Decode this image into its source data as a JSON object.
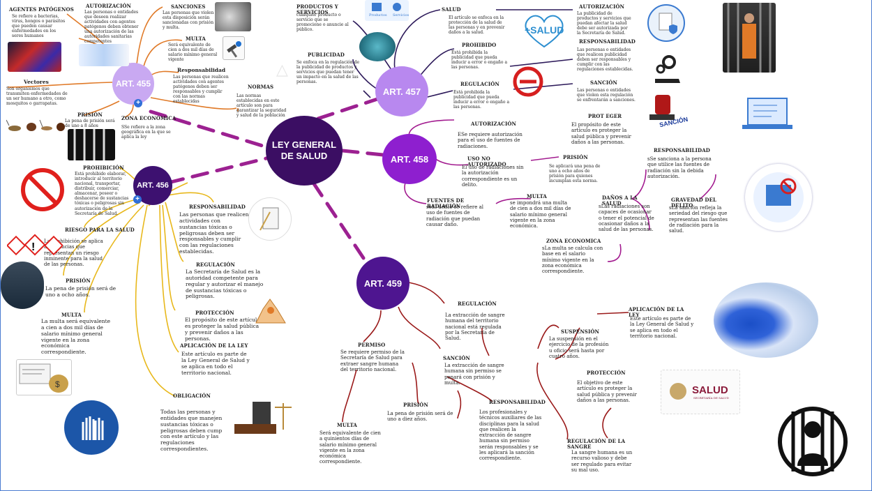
{
  "center": {
    "label": "LEY GENERAL DE SALUD"
  },
  "nodes": {
    "art455": "ART. 455",
    "art456": "ART. 456",
    "art457": "ART. 457",
    "art458": "ART. 458",
    "art459": "ART. 459"
  },
  "plus_symbol": "+",
  "art455": {
    "agentes_h": "AGENTES PATÓGENOS",
    "agentes_t": "Se refiere a bacterias, virus, hongos o parásitos que pueden causar enfermedades en los seres humanos",
    "autorizacion_h": "AUTORIZACIÓN",
    "autorizacion_t": "Las personas o entidades que deseen realizar actividades con agentes patógenos deben obtener una autorización de las autoridades sanitarias competentes",
    "sanciones_h": "SANCIONES",
    "sanciones_t": "Las personas que violen esta disposición serán sancionadas con prisión y multa.",
    "multa_h": "MULTA",
    "multa_t": "Será equivalente de cien a dos mil días de salario mínimo general vigente",
    "resp_h": "Responsabilidad",
    "resp_t": "Las personas que realicen actividades con agentes patógenos deben ser responsables y cumplir con las normas establecidas",
    "normas_h": "NORMAS",
    "normas_t": "Las normas establecidas en este artículo son para garantizar la seguridad y salud de la población",
    "vectores_h": "Vectores",
    "vectores_t": "Son organismos que transmiten enfermedades de un ser humano a otro, como mosquitos o garrapatas.",
    "prision_h": "PRISIÓN",
    "prision_t": "La pena de prisión será de uno a 8 años",
    "zona_h": "ZONA ECONOMICA",
    "zona_t": "SSe refiere a la zona geográfica en la que se aplica la ley"
  },
  "art456": {
    "prohibicion_h": "PROHIBICIÓN",
    "prohibicion_t": "Está prohibido elaborar, introducir al territorio nacional, transportar, distribuir, comerciar, almacenar, poseer o deshacerse de sustancias tóxicas o peligrosas sin autorización de la Secretaría de Salud.",
    "riesgo_h": "RIESGO PARA LA SALUD",
    "riesgo_t": "La prohibición se aplica a sustancias que representan un riesgo inminente para la salud de las personas.",
    "prision_h": "PRISIÓN",
    "prision_t": "La pena de prisión será de uno a ocho años.",
    "multa_h": "MULTA",
    "multa_t": "La multa será equivalente a cien a dos mil días de salario mínimo general vigente en la zona económica correspondiente.",
    "resp_h": "RESPONSABILIDAD",
    "resp_t": "Las personas que realicen actividades con sustancias tóxicas o peligrosas deben ser responsables y cumplir con las regulaciones establecidas.",
    "regulacion_h": "REGULACIÓN",
    "regulacion_t": "La Secretaría de Salud es la autoridad competente para regular y autorizar el manejo de sustancias tóxicas o peligrosas.",
    "proteccion_h": "PROTECCIÓN",
    "proteccion_t": "El propósito de este artículo es proteger la salud pública y prevenir daños a las personas.",
    "aplicacion_h": "APLICACIÓN DE LA LEY",
    "aplicacion_t": "Este artículo es parte de la Ley General de Salud y se aplica en todo el territorio nacional.",
    "obligacion_h": "OBLIGACIÓN",
    "obligacion_t": "Todas las personas y entidades que manejen sustancias tóxicas o peligrosas deben cump con este artículo y las regulaciones correspondientes."
  },
  "art457": {
    "productos_h": "PRODUCTOS Y SERVICIOS",
    "productos_t": "cualquier producto o servicio que se promocione o anuncie al público.",
    "productos_lbl1": "Productos",
    "productos_lbl2": "Servicios",
    "publicidad_h": "PUBLICIDAD",
    "publicidad_t": "Se enfoca en la regulación de la publicidad de productos y servicios que puedan tener un impacto en la salud de las personas.",
    "salud_h": "SALUD",
    "salud_t": "El artículo se enfoca en la protección de la salud de las personas y en prevenir daños a la salud.",
    "salud_logo": "+SALUD",
    "prohibido_h": "PROHIBIDO",
    "prohibido_t": "Está prohibida la publicidad que pueda inducir a error o engaño a las personas.",
    "regulacion_h": "REGULACIÓN",
    "regulacion_t": "Está prohibida la publicidad que pueda inducir a error o engaño a las personas.",
    "autorizacion_h": "AUTORIZACIÓN",
    "autorizacion_t": "La publicidad de productos y servicios que puedan afectar la salud debe ser autorizada por la Secretaría de Salud.",
    "resp_h": "RESPONSABILIDAD",
    "resp_t": "Las personas o entidades que realicen publicidad deben ser responsables y cumplir con las regulaciones establecidas.",
    "sancion_h": "SANCIÓN",
    "sancion_t": "Las personas o entidades que violen esta regulación se enfrentarán a sanciones.",
    "sancion_stamp": "SANCIÓN"
  },
  "art458": {
    "autorizacion_h": "AUTORIZACIÓN",
    "autorizacion_t": "ESe requiere autorización para el uso de fuentes de radiaciones.",
    "protger_h": "PROT EGER",
    "protger_t": "El propósito de este artículo es proteger la salud pública y prevenir daños a las personas.",
    "uso_h": "USO NO AUTORIZADO",
    "uso_t": "El uso de radiaciones sin la autorización correspondiente es un delito.",
    "prision_h": "PRISIÓN",
    "prision_t": "Se aplicará una pena de uno a ocho años de prisión para quienes incumplan esta norma.",
    "resp_h": "RESPONSABILIDAD",
    "resp_t": "sSe sanciona a la persona que utilice las fuentes de radiación sin la debida autorización.",
    "fuentes_h": "FUENTES DE RADIACIÓN",
    "fuentes_t": "seEl delito se refiere al uso de fuentes de radiación que puedan causar daño.",
    "multa_h": "MULTA",
    "multa_t": "se impondrá una multa de cien a dos mil días de salario mínimo general vigente en la zona económica.",
    "danos_h": "DAÑOS A LA SALUD",
    "danos_t": "sLas radiaciones son capaces de ocasionar o tener el potencial de ocasionar daños a la salud de las personas.",
    "gravedad_h": "GRAVEDAD DEL DELITO",
    "gravedad_t": "sLa sanción refleja la seriedad del riesgo que representan las fuentes de radiación para la salud.",
    "zona_h": "ZONA ECONOMICA",
    "zona_t": "sLa multa se calcula con base en el salario mínimo vigente en la zona económica correspondiente."
  },
  "art459": {
    "regulacion_h": "REGULACIÓN",
    "regulacion_t": "La extracción de sangre humana del territorio nacional está regulada por la Secretaría de Salud.",
    "aplicacion_h": "APLICACIÓN DE LA LEY",
    "aplicacion_t": "Este artículo es parte de la Ley General de Salud y se aplica en todo el territorio nacional.",
    "suspension_h": "SUSPENSIÓN",
    "suspension_t": "La suspensión en el ejercicio de la profesión u oficio será hasta por cuatro años.",
    "permiso_h": "PERMISO",
    "permiso_t": "Se requiere permiso de la Secretaría de Salud para extraer sangre humana del territorio nacional.",
    "sancion_h": "SANCIÓN",
    "sancion_t": "La extracción de sangre humana sin permiso se penará con prisión y multa.",
    "proteccion_h": "PROTECCIÓN",
    "proteccion_t": "El objetivo de este artículo es proteger la salud pública y prevenir daños a las personas.",
    "salud_logo": "SALUD",
    "salud_sub": "SECRETARÍA DE SALUD",
    "prision_h": "PRISIÓN",
    "prision_t": "La pena de prisión será de uno a diez años.",
    "resp_h": "RESPONSABILIDAD",
    "resp_t": "Los profesionales y técnicos auxiliares de las disciplinas para la salud que realicen la extracción de sangre humana sin permiso serán responsables y se les aplicará la sanción correspondiente.",
    "multa_h": "MULTA",
    "multa_t": "Será equivalente de cien a quinientos días de salario mínimo general vigente en la zona económica correspondiente.",
    "regsangre_h": "REGULACIÓN DE LA SANGRE",
    "regsangre_t": "La sangre humana es un recurso valioso y debe ser regulado para evitar su mal uso."
  },
  "colors": {
    "center": "#3b0e63",
    "art455": "#c9a9f2",
    "art456": "#3d1170",
    "art457": "#b888ef",
    "art458": "#8e1fcf",
    "art459": "#4e1590",
    "dash": "#9c2191",
    "art455_lines": "#e07a28",
    "art456_lines": "#e8b81c",
    "art457_lines": "#2d1a5a",
    "art458_lines": "#a21b8f",
    "art459_lines": "#9a1a1a"
  }
}
